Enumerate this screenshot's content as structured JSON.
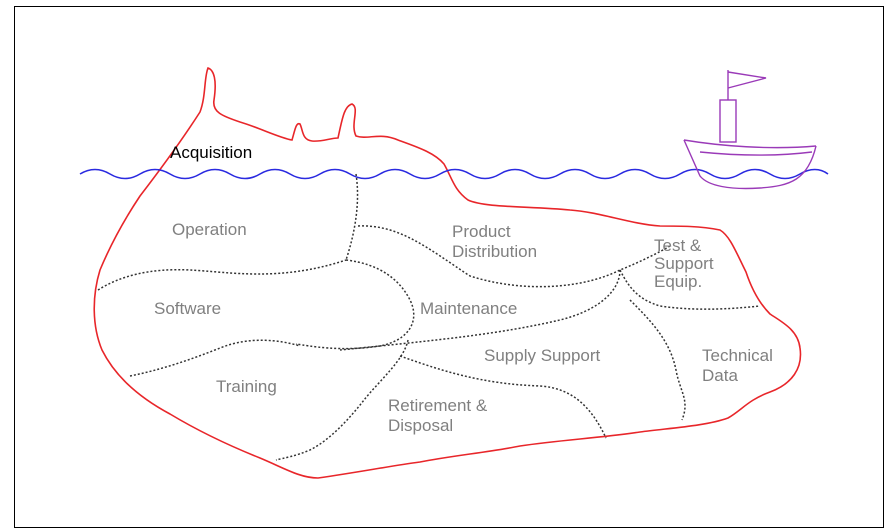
{
  "colors": {
    "iceberg_outline": "#e8262a",
    "water_line": "#2a2ae0",
    "ship": "#9a3ab8",
    "region_dividers": "#333333",
    "label_text": "#808080",
    "above_water_text": "#000000"
  },
  "labels": {
    "acquisition": "Acquisition",
    "operation": "Operation",
    "product_distribution": "Product\nDistribution",
    "test_support_equip": "Test &\nSupport\nEquip.",
    "software": "Software",
    "maintenance": "Maintenance",
    "supply_support": "Supply Support",
    "technical_data": "Technical\nData",
    "training": "Training",
    "retirement_disposal": "Retirement &\nDisposal"
  },
  "icons": [
    "iceberg-outline",
    "water-line",
    "ship-icon"
  ]
}
